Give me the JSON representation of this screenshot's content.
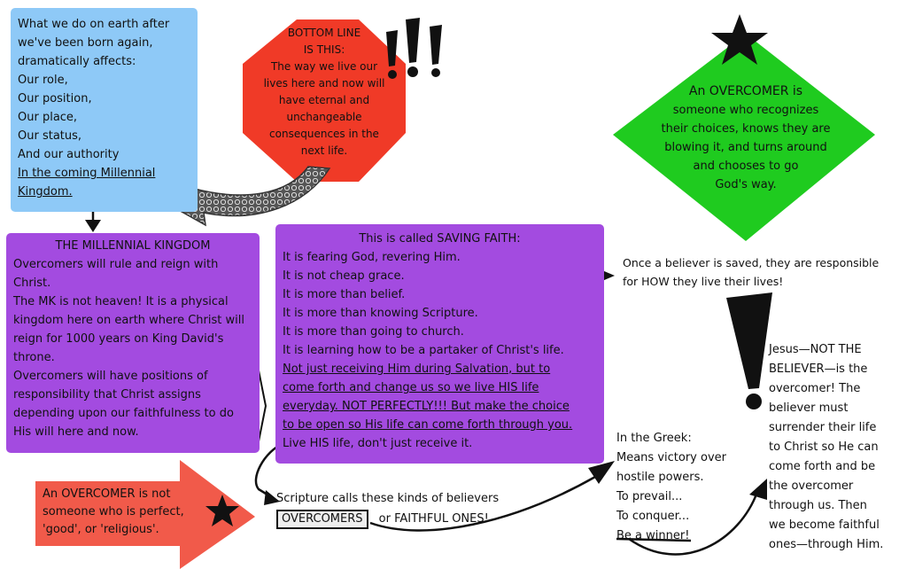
{
  "colors": {
    "blue_box": "#8ec9f7",
    "purple_box": "#a34be0",
    "red_octagon": "#f03a27",
    "green_diamond": "#1fcb1f",
    "red_arrow": "#f15a4a",
    "ink": "#111111"
  },
  "top_left_box": {
    "lines": [
      "What we do on earth after",
      "we've been born again,",
      "dramatically affects:",
      "Our role,",
      "Our position,",
      "Our place,",
      "Our status,",
      "And our authority",
      "In the coming Millennial",
      "Kingdom."
    ]
  },
  "bottom_line": {
    "lines": [
      "BOTTOM LINE",
      "IS THIS:",
      "The way we live our",
      "lives here and now will",
      "have eternal and",
      "unchangeable",
      "consequences in the",
      "next life."
    ]
  },
  "exclamations": "!!!",
  "overcomer_diamond": {
    "lines": [
      "An OVERCOMER is",
      "someone who recognizes",
      "their choices, knows they are",
      "blowing it, and turns around",
      "and chooses to go",
      "God's way."
    ]
  },
  "millennial_kingdom": {
    "title": "THE MILLENNIAL KINGDOM",
    "lines": [
      "Overcomers will rule and reign with",
      "Christ.",
      "The MK is not heaven! It is a physical",
      "kingdom here on earth where Christ will",
      "reign for 1000 years on King David's",
      "throne.",
      "Overcomers will have positions of",
      "responsibility that Christ assigns",
      "depending upon our faithfulness to do",
      "His will here and now."
    ]
  },
  "saving_faith": {
    "title": "This is called SAVING FAITH:",
    "lines": [
      "It is fearing God, revering Him.",
      "It is not cheap grace.",
      "It is more than belief.",
      "It is more than knowing Scripture.",
      "It is more than going to church.",
      "It is learning how to be a partaker of Christ's life."
    ],
    "underlined_lines": [
      "Not just receiving Him during Salvation, but to",
      "come forth and change us so we live HIS life",
      "everyday. NOT PERFECTLY!!! But make the choice",
      "to be open so His life can come forth through you."
    ],
    "last_line": "Live HIS life, don't just receive it."
  },
  "responsible_note": {
    "lines": [
      "Once a believer is saved, they are responsible",
      "for HOW they live their lives!"
    ]
  },
  "jesus_note": {
    "lines": [
      "Jesus—NOT THE",
      "BELIEVER—is the",
      "overcomer! The",
      "believer must",
      "surrender their life",
      "to Christ so He can",
      "come forth and be",
      "the overcomer",
      "through us. Then",
      "we become faithful",
      "ones—through Him."
    ]
  },
  "greek_note": {
    "lines": [
      "In the Greek:",
      "Means victory over",
      "hostile powers.",
      "To prevail...",
      "To conquer..."
    ],
    "last_line": "Be a winner!"
  },
  "not_perfect": {
    "lines": [
      "An OVERCOMER is not",
      "someone who is perfect,",
      "'good', or 'religious'."
    ]
  },
  "scripture_calls": {
    "line1": "Scripture calls these kinds of believers",
    "boxed": "OVERCOMERS",
    "rest": "or FAITHFUL ONES!"
  }
}
